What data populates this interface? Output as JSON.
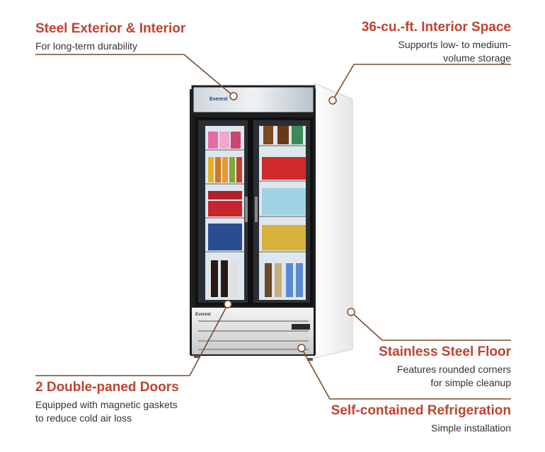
{
  "callouts": {
    "steel_exterior": {
      "title": "Steel Exterior & Interior",
      "desc": "For long-term durability"
    },
    "interior_space": {
      "title": "36-cu.-ft. Interior Space",
      "desc_line1": "Supports low- to medium-",
      "desc_line2": "volume storage"
    },
    "stainless_floor": {
      "title": "Stainless Steel Floor",
      "desc_line1": "Features rounded corners",
      "desc_line2": "for simple cleanup"
    },
    "double_doors": {
      "title": "2 Double-paned Doors",
      "desc_line1": "Equipped with magnetic gaskets",
      "desc_line2": "to reduce cold air loss"
    },
    "refrigeration": {
      "title": "Self-contained Refrigeration",
      "desc": "Simple installation"
    }
  },
  "colors": {
    "accent": "#c0432f",
    "leader": "#7a4a2a",
    "frame": "#1e1e1e"
  },
  "product": {
    "brand_top": "Everest",
    "brand_bottom": "Everest"
  }
}
